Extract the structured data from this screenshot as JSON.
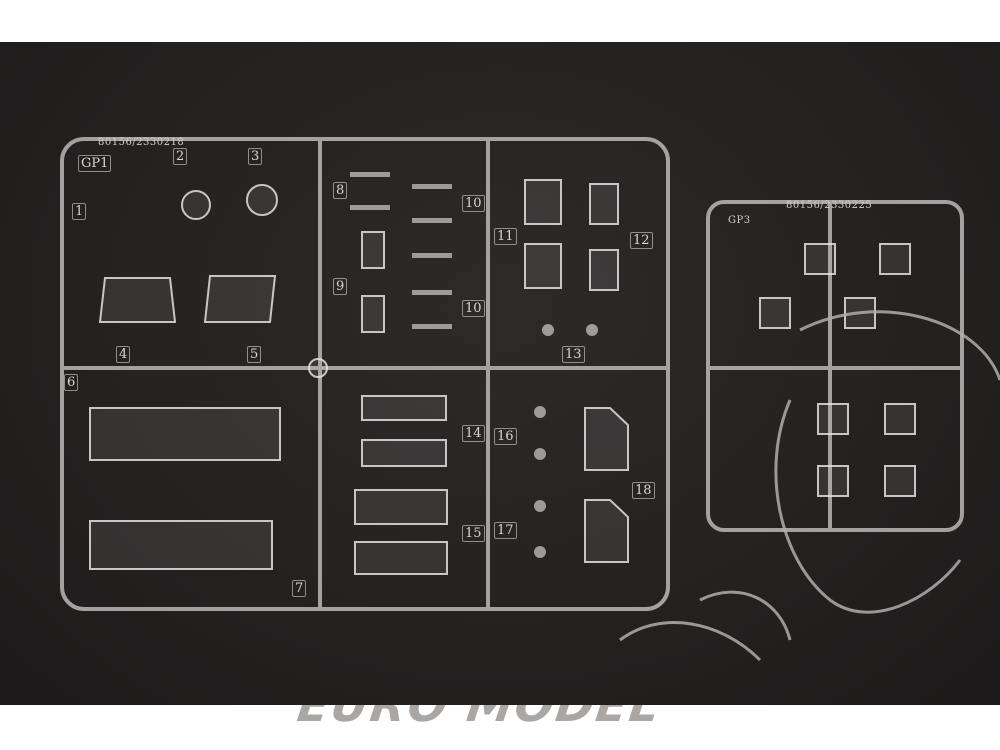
{
  "left_sprue": {
    "code": "80156/2330218",
    "id": "GP1",
    "part_numbers": [
      "1",
      "2",
      "3",
      "4",
      "5",
      "6",
      "7",
      "8",
      "9",
      "10",
      "10",
      "11",
      "12",
      "13",
      "14",
      "15",
      "16",
      "17",
      "18"
    ]
  },
  "right_sprue": {
    "code": "80156/2330225",
    "id": "GP3"
  },
  "watermark": "EURO MODEL"
}
